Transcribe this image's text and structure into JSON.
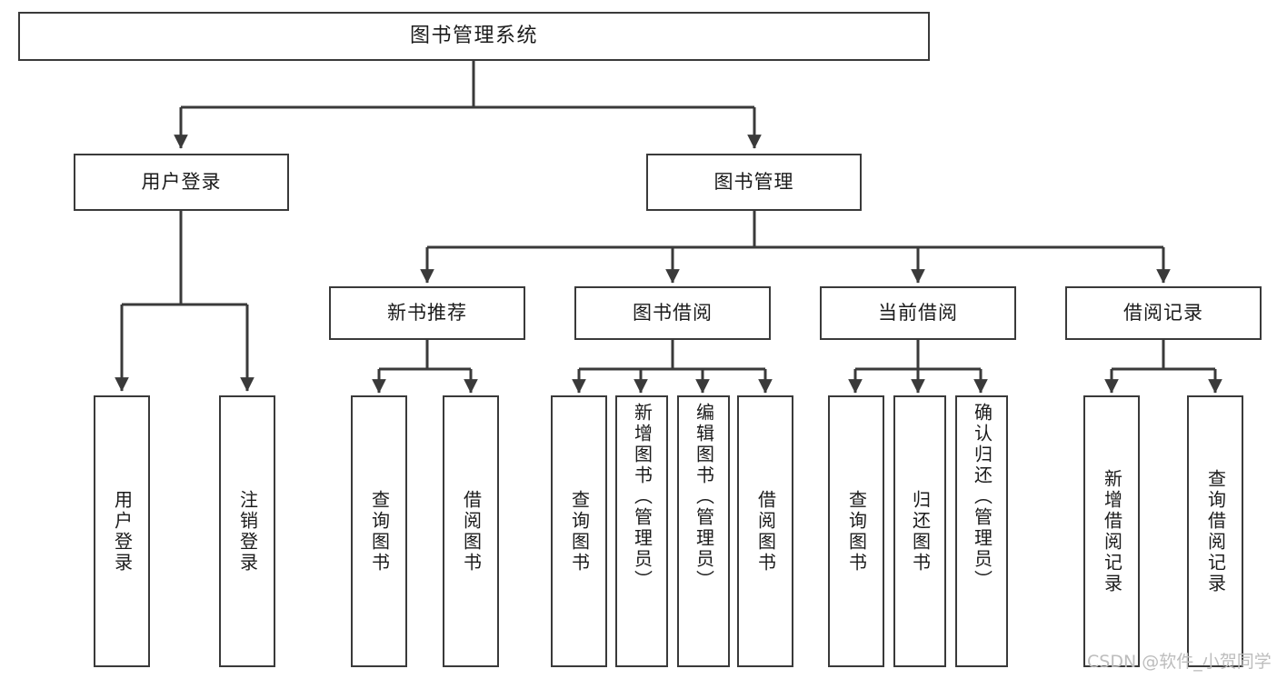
{
  "diagram": {
    "title": "图书管理系统",
    "type": "function-structure-tree",
    "watermark": "CSDN @软件_小贺同学",
    "root": {
      "label": "图书管理系统"
    },
    "level2": [
      {
        "label": "用户登录"
      },
      {
        "label": "图书管理"
      }
    ],
    "level3": [
      {
        "label": "新书推荐"
      },
      {
        "label": "图书借阅"
      },
      {
        "label": "当前借阅"
      },
      {
        "label": "借阅记录"
      }
    ],
    "leaves": {
      "user_login": [
        {
          "label": "用户登录"
        },
        {
          "label": "注销登录"
        }
      ],
      "new_book_recommend": [
        {
          "label": "查询图书"
        },
        {
          "label": "借阅图书"
        }
      ],
      "book_borrow": [
        {
          "label": "查询图书"
        },
        {
          "label": "新增图书（管理员）"
        },
        {
          "label": "编辑图书（管理员）"
        },
        {
          "label": "借阅图书"
        }
      ],
      "current_borrow": [
        {
          "label": "查询图书"
        },
        {
          "label": "归还图书"
        },
        {
          "label": "确认归还（管理员）"
        }
      ],
      "borrow_record": [
        {
          "label": "新增借阅记录"
        },
        {
          "label": "查询借阅记录"
        }
      ]
    },
    "colors": {
      "stroke": "#3a3a3a",
      "text": "#1b1b1b",
      "background": "#ffffff",
      "watermark": "#bdbdbd"
    }
  }
}
